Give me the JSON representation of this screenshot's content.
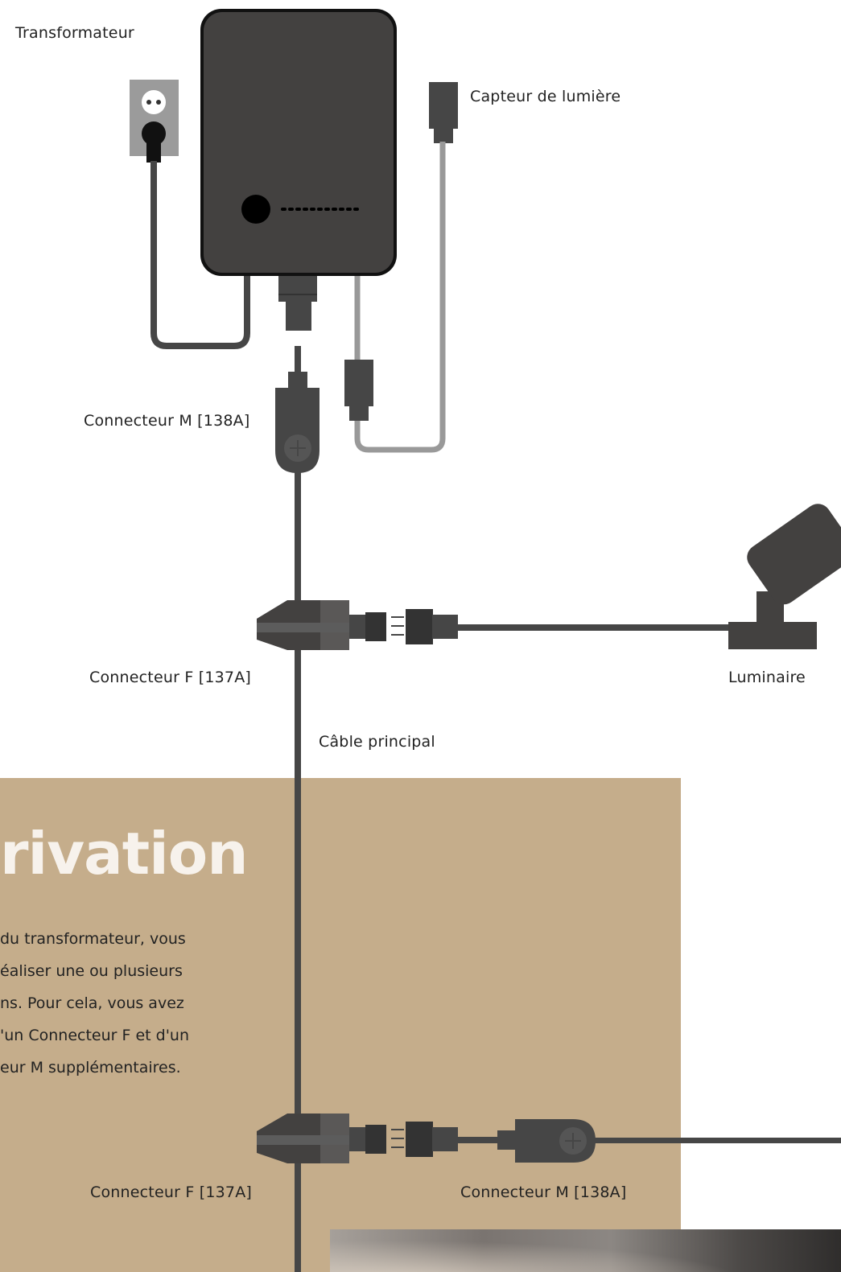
{
  "labels": {
    "transformer": "Transformateur",
    "light_sensor": "Capteur de lumière",
    "connector_m_1": "Connecteur M [138A]",
    "connector_f_1": "Connecteur F [137A]",
    "luminaire": "Luminaire",
    "main_cable": "Câble principal",
    "connector_f_2": "Connecteur F [137A]",
    "connector_m_2": "Connecteur M [138A]"
  },
  "section": {
    "heading": "rivation",
    "paragraph_lines": [
      "du transformateur, vous",
      "éaliser une ou plusieurs",
      "ns. Pour cela, vous avez",
      "'un Connecteur F et d'un",
      "eur M supplémentaires."
    ]
  },
  "colors": {
    "panel": "#c5ad8b",
    "device": "#434140",
    "cable_dark": "#464646",
    "cable_light": "#999999",
    "heading": "#f7f2ec"
  },
  "icons": [
    "wall-socket-icon",
    "plug-icon",
    "transformer-icon",
    "light-sensor-icon",
    "luminaire-icon",
    "connector-icon"
  ]
}
